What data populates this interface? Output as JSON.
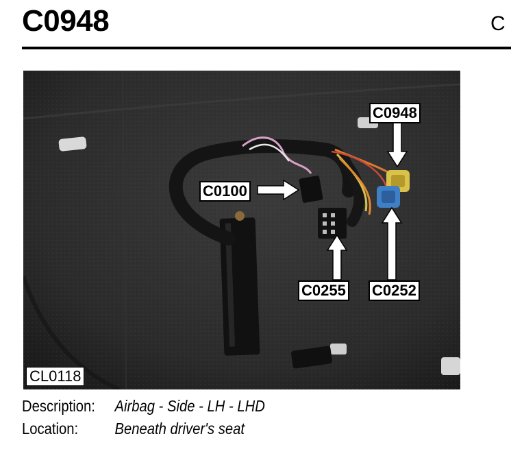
{
  "header": {
    "title": "C0948",
    "right_text": "C"
  },
  "photo": {
    "id_label": "CL0118",
    "callouts": {
      "c0948": "C0948",
      "c0100": "C0100",
      "c0255": "C0255",
      "c0252": "C0252"
    },
    "colors": {
      "carpet": "#2d2d2d",
      "harness": "#151515",
      "connector_yellow": "#d9c24a",
      "connector_blue": "#3f7fc6"
    }
  },
  "info": {
    "description_label": "Description:",
    "description_value": "Airbag - Side - LH - LHD",
    "location_label": "Location:",
    "location_value": "Beneath driver's seat"
  }
}
